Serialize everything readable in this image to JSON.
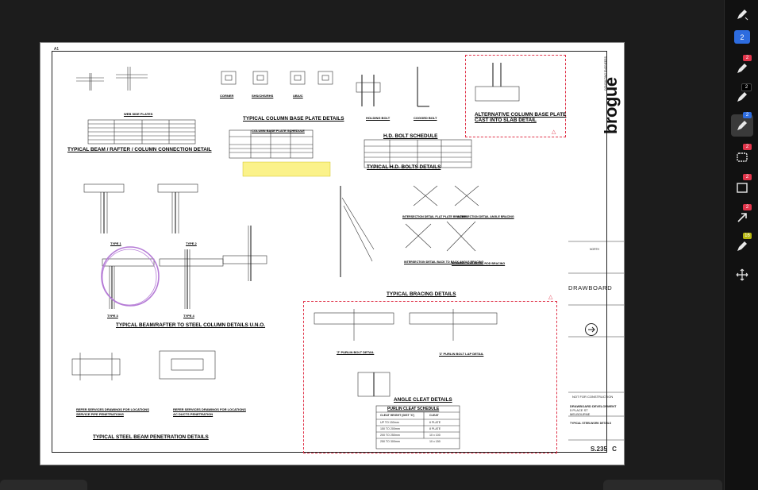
{
  "sheet": {
    "size_label": "A1",
    "titles": {
      "beam_rafter_column": "TYPICAL BEAM / RAFTER / COLUMN CONNECTION DETAIL",
      "column_base_plate": "TYPICAL COLUMN BASE PLATE DETAILS",
      "alt_column_base_plate": "ALTERNATIVE COLUMN BASE PLATE",
      "alt_column_base_plate_2": "CAST INTO SLAB DETAIL",
      "hd_bolt_schedule": "H.D. BOLT SCHEDULE",
      "typical_hd_bolts": "TYPICAL H.D. BOLTS DETAILS",
      "bracing": "TYPICAL BRACING DETAILS",
      "beam_steel_column": "TYPICAL BEAM/RAFTER TO STEEL COLUMN DETAILS U.N.O.",
      "angle_cleat": "ANGLE CLEAT DETAILS",
      "purlin_cleat_schedule": "PURLIN CLEAT SCHEDULE",
      "penetration": "TYPICAL STEEL BEAM PENETRATION DETAILS",
      "web_side_plates": "WEB SIDE PLATES",
      "column_base_schedule": "COLUMN BASE PLATE SCHEDULE",
      "purlin_detail": "'Z' PURLIN BOLT DETAIL",
      "purlin_lap_detail": "'Z' PURLIN BOLT LAP DETAIL",
      "intersection_flat": "INTERSECTION DETAIL FLAT PLATE BRACING",
      "intersection_angle": "INTERSECTION DETAIL ANGLE BRACING",
      "intersection_b2b": "INTERSECTION DETAIL BACK TO BACK ANGLE BRACING",
      "intersection_rod": "INTERSECTION DETAIL ROD BRACING",
      "corner": "CORNER",
      "shs_rhs": "SHS/CHS/RHS",
      "uc_ub": "UB/UC",
      "type1": "TYPE 1",
      "type2": "TYPE 2",
      "type3": "TYPE 3",
      "type4": "TYPE 4",
      "cogged_bolt": "COGGED BOLT",
      "holding_bolt": "HOLDING BOLT",
      "refer_services_pipe": "REFER SERVICES DRAWINGS FOR LOCATIONS",
      "service_pipe": "SERVICE PIPE PENETRATIONS",
      "refer_services_ac": "REFER SERVICES DRAWINGS FOR LOCATIONS",
      "ac_duct": "AC DUCTS PENETRATION"
    },
    "purlin_table": {
      "headers": [
        "CLEAT HEIGHT (DIST 'X')",
        "CLEAT"
      ],
      "rows": [
        [
          "UP TO 150mm",
          "6 PLATE"
        ],
        [
          "150 TO 200mm",
          "8 PLATE"
        ],
        [
          "200 TO 250mm",
          "10 x 100"
        ],
        [
          "250 TO 300mm",
          "10 x 150"
        ]
      ]
    },
    "title_block": {
      "brand": "brogue",
      "brand_sub": "CONSULTING ENGINEERS",
      "drawboard": "DRAWBOARD",
      "not_for_construction": "NOT FOR CONSTRUCTION",
      "project": "DRAWBOARD DEVELOPMENT",
      "address_line1": "5 PLACE ST",
      "address_line2": "MELBOURNE",
      "drawing_title": "TYPICAL STEELWORK DETAILS",
      "drawing_no": "S.235",
      "revision": "C",
      "north": "NORTH"
    }
  },
  "toolbar": {
    "page_count": "2",
    "items": [
      {
        "name": "pen-tool",
        "badge": "2",
        "badge_color": "#e0344a"
      },
      {
        "name": "pen-tool-black",
        "badge": "2",
        "badge_color": "#000000"
      },
      {
        "name": "pen-tool-blue",
        "badge": "2",
        "badge_color": "#2d6cdf"
      },
      {
        "name": "cloud-tool",
        "badge": "2",
        "badge_color": "#e0344a"
      },
      {
        "name": "rectangle-tool",
        "badge": "2",
        "badge_color": "#e0344a"
      },
      {
        "name": "arrow-tool",
        "badge": "2",
        "badge_color": "#e0344a"
      },
      {
        "name": "highlighter-tool",
        "badge": "16",
        "badge_color": "#b5b50f"
      },
      {
        "name": "move-tool",
        "badge": "",
        "badge_color": ""
      }
    ]
  },
  "colors": {
    "accent": "#2d6cdf",
    "markup_red": "#e0344a",
    "markup_purple": "#b57bd6"
  }
}
